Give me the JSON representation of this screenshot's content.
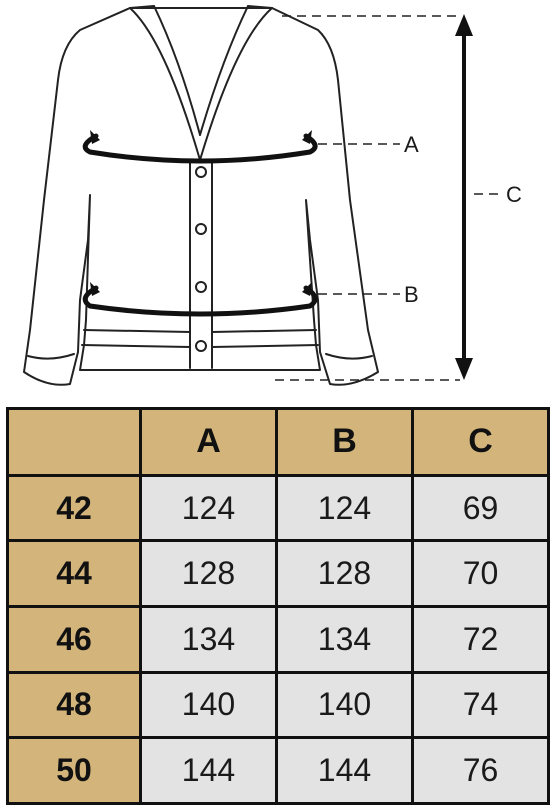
{
  "diagram": {
    "labels": {
      "a": "A",
      "b": "B",
      "c": "C"
    }
  },
  "table": {
    "headers": [
      "",
      "A",
      "B",
      "C"
    ],
    "rows": [
      {
        "size": "42",
        "a": "124",
        "b": "124",
        "c": "69"
      },
      {
        "size": "44",
        "a": "128",
        "b": "128",
        "c": "70"
      },
      {
        "size": "46",
        "a": "134",
        "b": "134",
        "c": "72"
      },
      {
        "size": "48",
        "a": "140",
        "b": "140",
        "c": "74"
      },
      {
        "size": "50",
        "a": "144",
        "b": "144",
        "c": "76"
      }
    ]
  },
  "colors": {
    "header_bg": "#d3b57b",
    "cell_bg": "#e3e3e3",
    "line": "#111111"
  }
}
